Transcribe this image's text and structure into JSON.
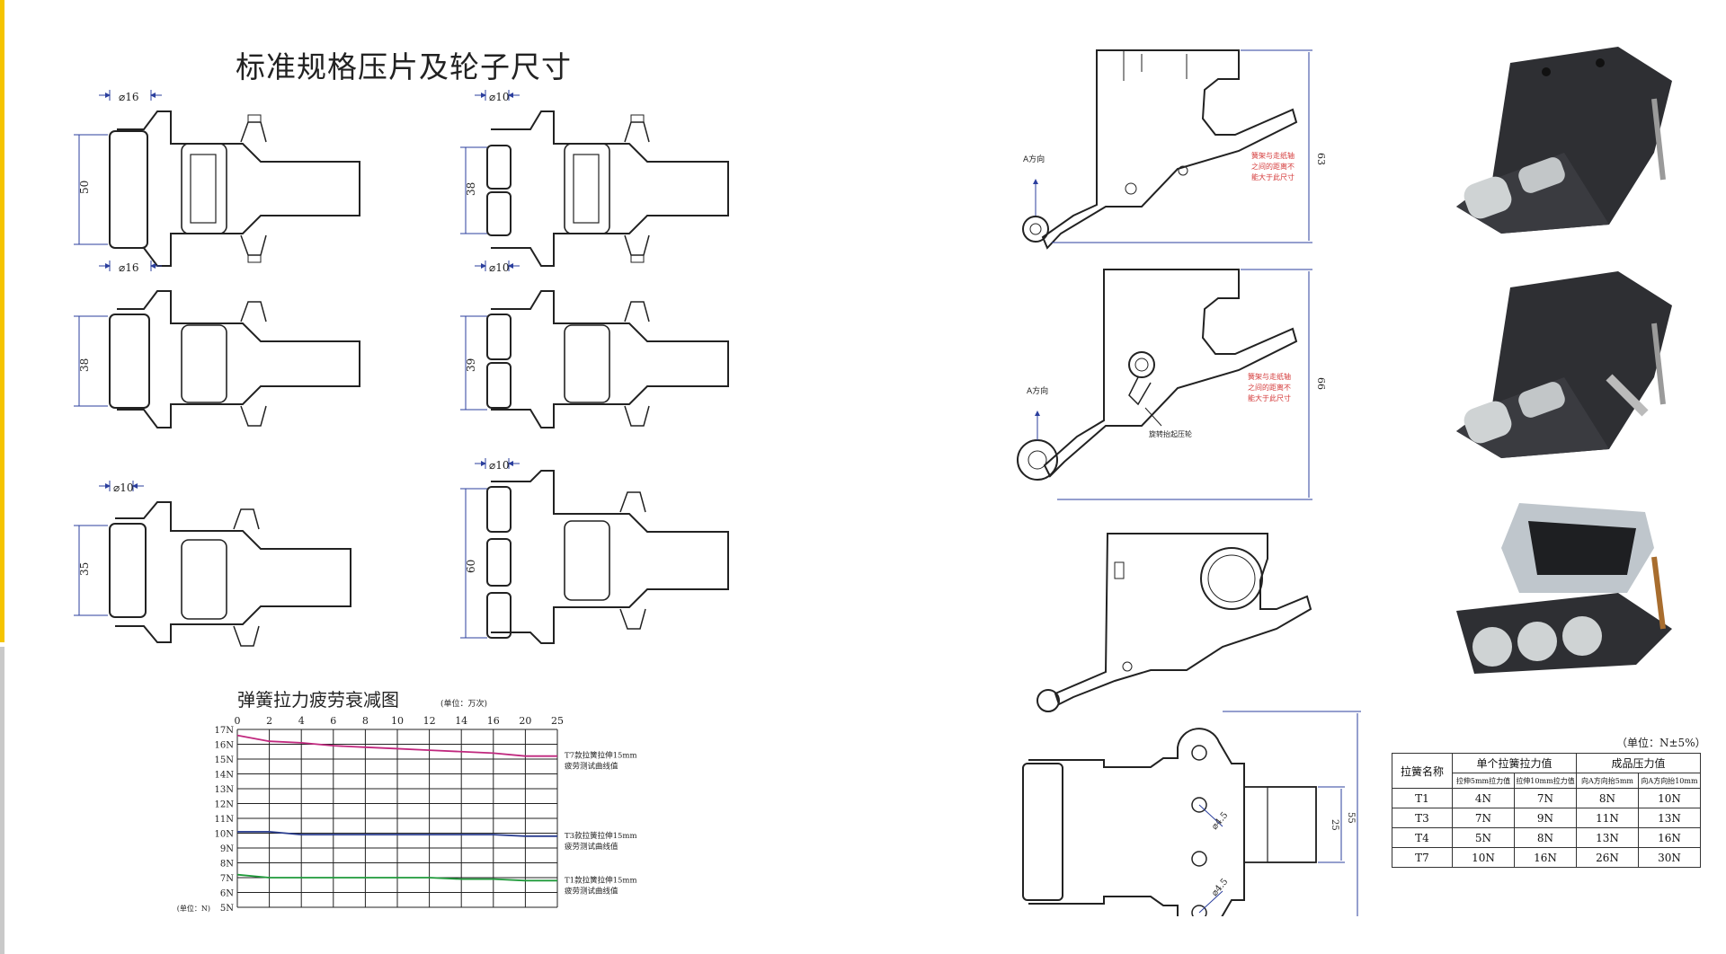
{
  "page_title": "标准规格压片及轮子尺寸",
  "drawings": [
    {
      "dia": "⌀16",
      "height": "50"
    },
    {
      "dia": "⌀10",
      "height": "38"
    },
    {
      "dia": "⌀16",
      "height": "38"
    },
    {
      "dia": "⌀10",
      "height": "39"
    },
    {
      "dia": "⌀10",
      "height": "35"
    },
    {
      "dia": "⌀10",
      "height": "60"
    }
  ],
  "side_views": [
    {
      "dir": "A方向",
      "dim": "63",
      "note": [
        "簧架与走纸轴",
        "之间的距离不",
        "能大于此尺寸"
      ]
    },
    {
      "dir": "A方向",
      "dim": "66",
      "note": [
        "簧架与走纸轴",
        "之间的距离不",
        "能大于此尺寸"
      ],
      "callout": "旋转抬起压轮"
    }
  ],
  "plate": {
    "d1": "⌀4.5",
    "d2": "⌀4.5",
    "h1": "25",
    "h2": "55"
  },
  "chart_data": {
    "type": "line",
    "title": "弹簧拉力疲劳衰减图",
    "x_unit": "(单位：万次)",
    "y_unit": "(单位：N)",
    "x_ticks": [
      "0",
      "2",
      "4",
      "6",
      "8",
      "10",
      "12",
      "14",
      "16",
      "20",
      "25"
    ],
    "y_ticks": [
      "5N",
      "6N",
      "7N",
      "8N",
      "9N",
      "10N",
      "11N",
      "12N",
      "13N",
      "14N",
      "15N",
      "16N",
      "17N"
    ],
    "ylim": [
      5,
      17
    ],
    "series": [
      {
        "name": "T7款拉簧拉伸15mm疲劳测试曲线值",
        "name_lines": [
          "T7款拉簧拉伸15mm",
          "疲劳测试曲线值"
        ],
        "color": "#c0287e",
        "values": [
          16.6,
          16.2,
          16.1,
          15.9,
          15.8,
          15.7,
          15.6,
          15.5,
          15.4,
          15.2,
          15.2
        ]
      },
      {
        "name": "T3款拉簧拉伸15mm疲劳测试曲线值",
        "name_lines": [
          "T3款拉簧拉伸15mm",
          "疲劳测试曲线值"
        ],
        "color": "#2a3d8f",
        "values": [
          10.1,
          10.1,
          9.9,
          9.9,
          9.9,
          9.9,
          9.9,
          9.9,
          9.9,
          9.8,
          9.8
        ]
      },
      {
        "name": "T1款拉簧拉伸15mm疲劳测试曲线值",
        "name_lines": [
          "T1款拉簧拉伸15mm",
          "疲劳测试曲线值"
        ],
        "color": "#1f9a3a",
        "values": [
          7.2,
          7.0,
          7.0,
          7.0,
          7.0,
          7.0,
          7.0,
          6.9,
          6.9,
          6.8,
          6.8
        ]
      }
    ]
  },
  "spec_table": {
    "unit": "（单位：N±5%）",
    "col_name": "拉簧名称",
    "group1": "单个拉簧拉力值",
    "group2": "成品压力值",
    "sub": [
      "拉伸5mm拉力值",
      "拉伸10mm拉力值",
      "向A方向抬5mm",
      "向A方向抬10mm"
    ],
    "rows": [
      [
        "T1",
        "4N",
        "7N",
        "8N",
        "10N"
      ],
      [
        "T3",
        "7N",
        "9N",
        "11N",
        "13N"
      ],
      [
        "T4",
        "5N",
        "8N",
        "13N",
        "16N"
      ],
      [
        "T7",
        "10N",
        "16N",
        "26N",
        "30N"
      ]
    ]
  },
  "colors": {
    "edge_yellow": "#f5c400",
    "edge_gray": "#c9c9c9",
    "dim_line": "#2b3f9e",
    "note_red": "#d43a3a"
  }
}
